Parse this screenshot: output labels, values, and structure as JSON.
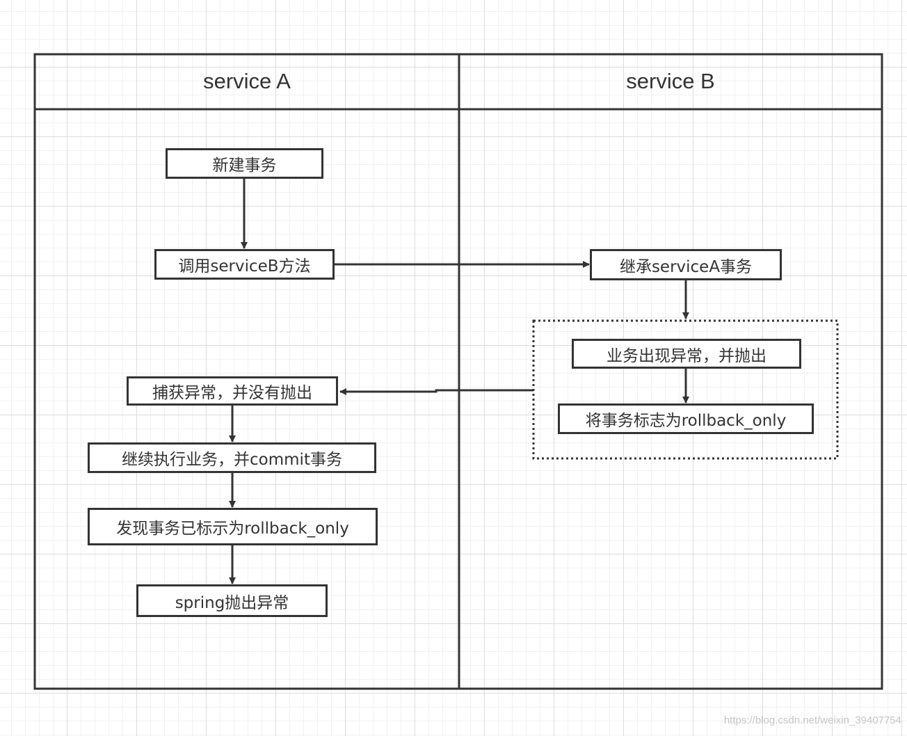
{
  "lanes": [
    {
      "title": "service A"
    },
    {
      "title": "service B"
    }
  ],
  "nodes": {
    "new_tx": "新建事务",
    "call_b": "调用serviceB方法",
    "catch": "捕获异常，并没有抛出",
    "continue_commit": "继续执行业务，并commit事务",
    "found_rollback": "发现事务已标示为rollback_only",
    "spring_throw": "spring抛出异常",
    "inherit_tx": "继承serviceA事务",
    "biz_exception": "业务出现异常，并抛出",
    "mark_rollback": "将事务标志为rollback_only"
  },
  "watermark": "https://blog.csdn.net/weixin_39407754"
}
